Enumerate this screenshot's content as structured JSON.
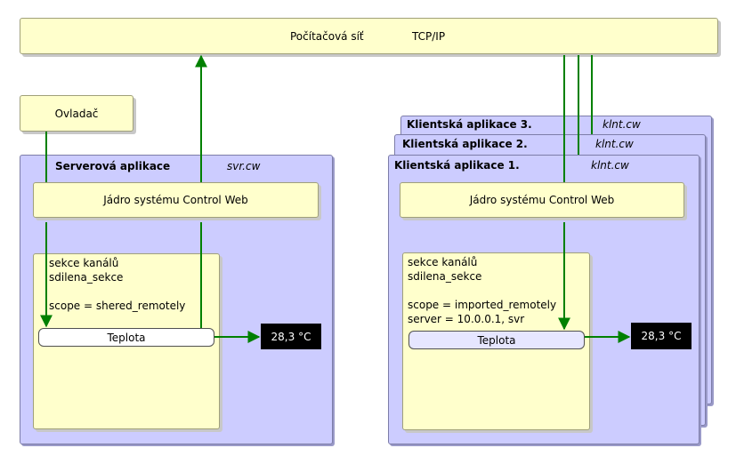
{
  "network": {
    "label": "Počítačová síť",
    "protocol": "TCP/IP"
  },
  "controller": {
    "label": "Ovladač"
  },
  "server": {
    "title": "Serverová aplikace",
    "file": "svr.cw",
    "core_label": "Jádro systému Control Web",
    "section": {
      "line1": "sekce kanálů",
      "line2": "sdilena_sekce",
      "line3": "scope = shered_remotely"
    },
    "channel_label": "Teplota",
    "display_value": "28,3 °C"
  },
  "clients": [
    {
      "title": "Klientská aplikace 3.",
      "file": "klnt.cw"
    },
    {
      "title": "Klientská aplikace 2.",
      "file": "klnt.cw"
    },
    {
      "title": "Klientská aplikace  1.",
      "file": "klnt.cw"
    }
  ],
  "client": {
    "core_label": "Jádro systému Control Web",
    "section": {
      "line1": "sekce kanálů",
      "line2": "sdilena_sekce",
      "line3": "scope = imported_remotely",
      "line4": "server = 10.0.0.1, svr"
    },
    "channel_label": "Teplota",
    "display_value": "28,3 °C"
  },
  "colors": {
    "connector": "#008000",
    "panel": "#ccccff",
    "box": "#ffffcc",
    "display_bg": "#000000"
  }
}
